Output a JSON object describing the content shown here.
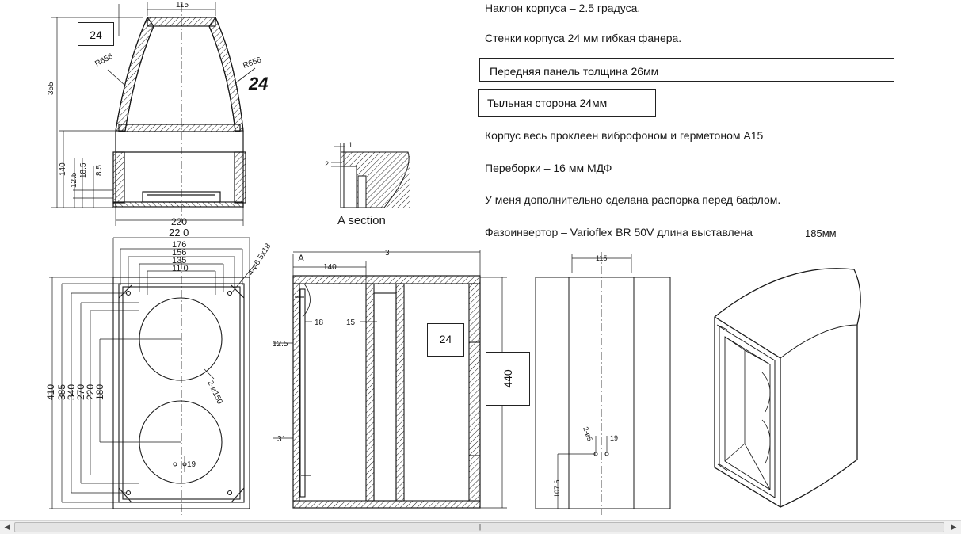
{
  "notes": {
    "tilt": "Наклон  корпуса – 2.5 градуса.",
    "walls": "Стенки корпуса 24 мм гибкая фанера.",
    "front_panel": "Передняя панель толщина 26мм",
    "back_side": "Тыльная сторона 24мм",
    "glued": "Корпус  весь проклеен виброфоном и герметоном А15",
    "bulkheads": "Переборки – 16  мм МДФ",
    "brace": "У меня дополнительно сделана распорка  перед бафлом.",
    "port": "Фазоинвертор – Varioflex BR 50V  длина выставлена",
    "port_length": "185мм"
  },
  "overlays": {
    "top_wall": "24",
    "side_wall": "24",
    "height": "440",
    "hand_24": "24"
  },
  "top_view": {
    "width_top": "115",
    "height_total": "355",
    "radius_left": "R656",
    "radius_right": "R656",
    "d140": "140",
    "d12_5": "12.5",
    "d18_5": "18.5",
    "d8_5": "8.5",
    "width_bottom": "220"
  },
  "a_section": {
    "label": "A section",
    "dim_1": "1",
    "dim_2": "2"
  },
  "front_view": {
    "w220": "22 0",
    "w176": "176",
    "w156": "156",
    "w135": "135",
    "w110": "11 0",
    "holes": "4-ø6.5x18",
    "h410": "410",
    "h385": "385",
    "h340": "340",
    "h270": "270",
    "h220": "220",
    "h180": "180",
    "driver": "2-ø150",
    "d19": "19"
  },
  "side_section": {
    "marker_a": "A",
    "d140": "140",
    "d3": "3",
    "d18": "18",
    "d15": "15",
    "d12_5": "12.5",
    "d31": "31"
  },
  "rear_view": {
    "w115": "115",
    "port": "2-ø5",
    "d19": "19",
    "d107": "107.6"
  },
  "scrollbar": {
    "left_arrow": "◀",
    "right_arrow": "▶",
    "grip": "|||"
  }
}
